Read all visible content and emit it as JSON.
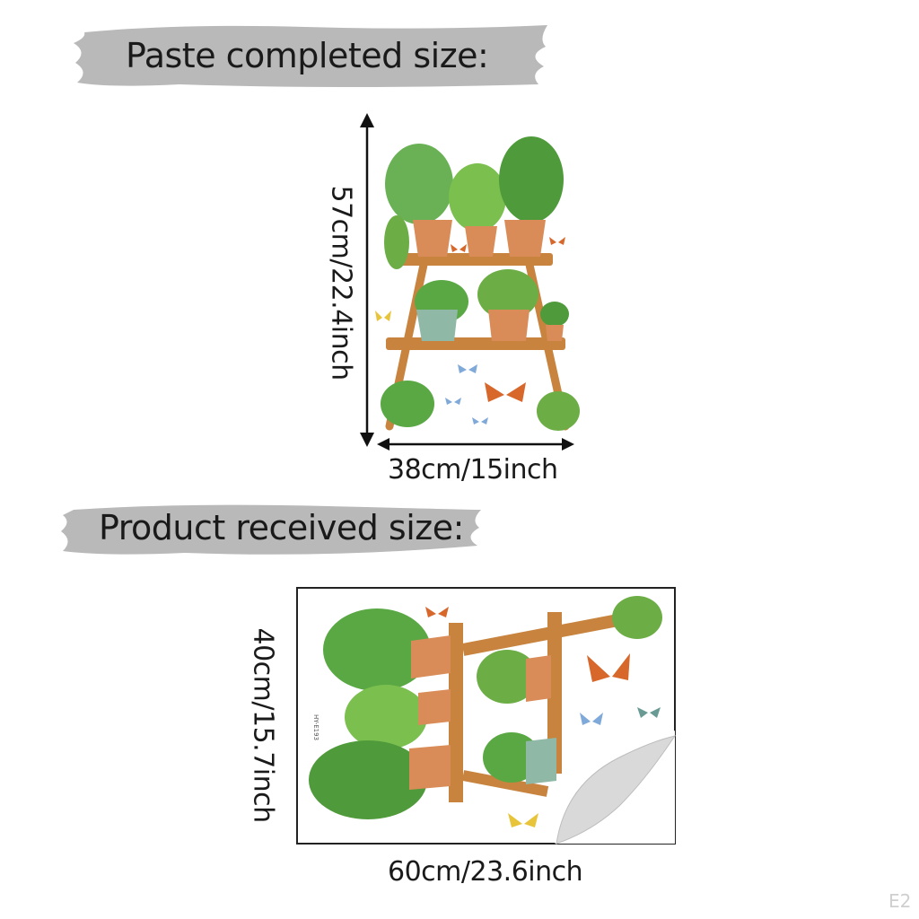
{
  "section_completed": {
    "label": "Paste completed size:",
    "height_label": "57cm/22.4inch",
    "width_label": "38cm/15inch",
    "illustration_icon": "plant-shelf-decal-illustration"
  },
  "section_received": {
    "label": "Product received size:",
    "height_label": "40cm/15.7inch",
    "width_label": "60cm/23.6inch",
    "sheet_code": "HY-E193",
    "illustration_icon": "plant-ladder-decal-sheet"
  },
  "corner_mark": "E2",
  "colors": {
    "banner_gray": "#b9b9b9",
    "wood": "#c8843f",
    "pot": "#d98c58",
    "leaf": "#4f9a3a",
    "butterfly": "#d7672a"
  }
}
